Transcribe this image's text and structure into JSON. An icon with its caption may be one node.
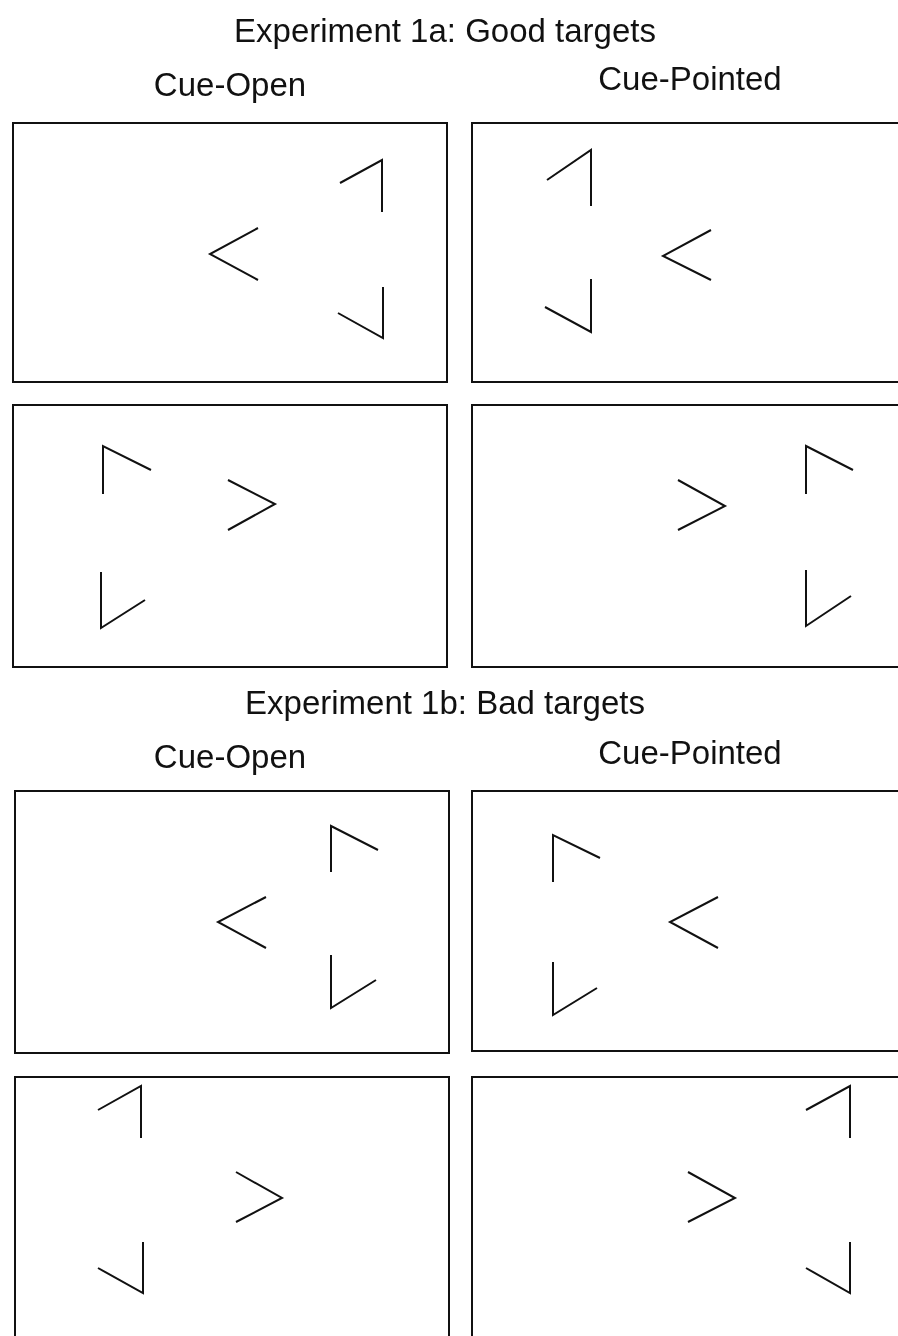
{
  "diagram": {
    "labels": [
      "Experiment 1a: Good targets",
      "Cue-Open",
      "Cue-Pointed",
      "Experiment 1b: Bad targets",
      "Cue-Open",
      "Cue-Pointed"
    ]
  }
}
